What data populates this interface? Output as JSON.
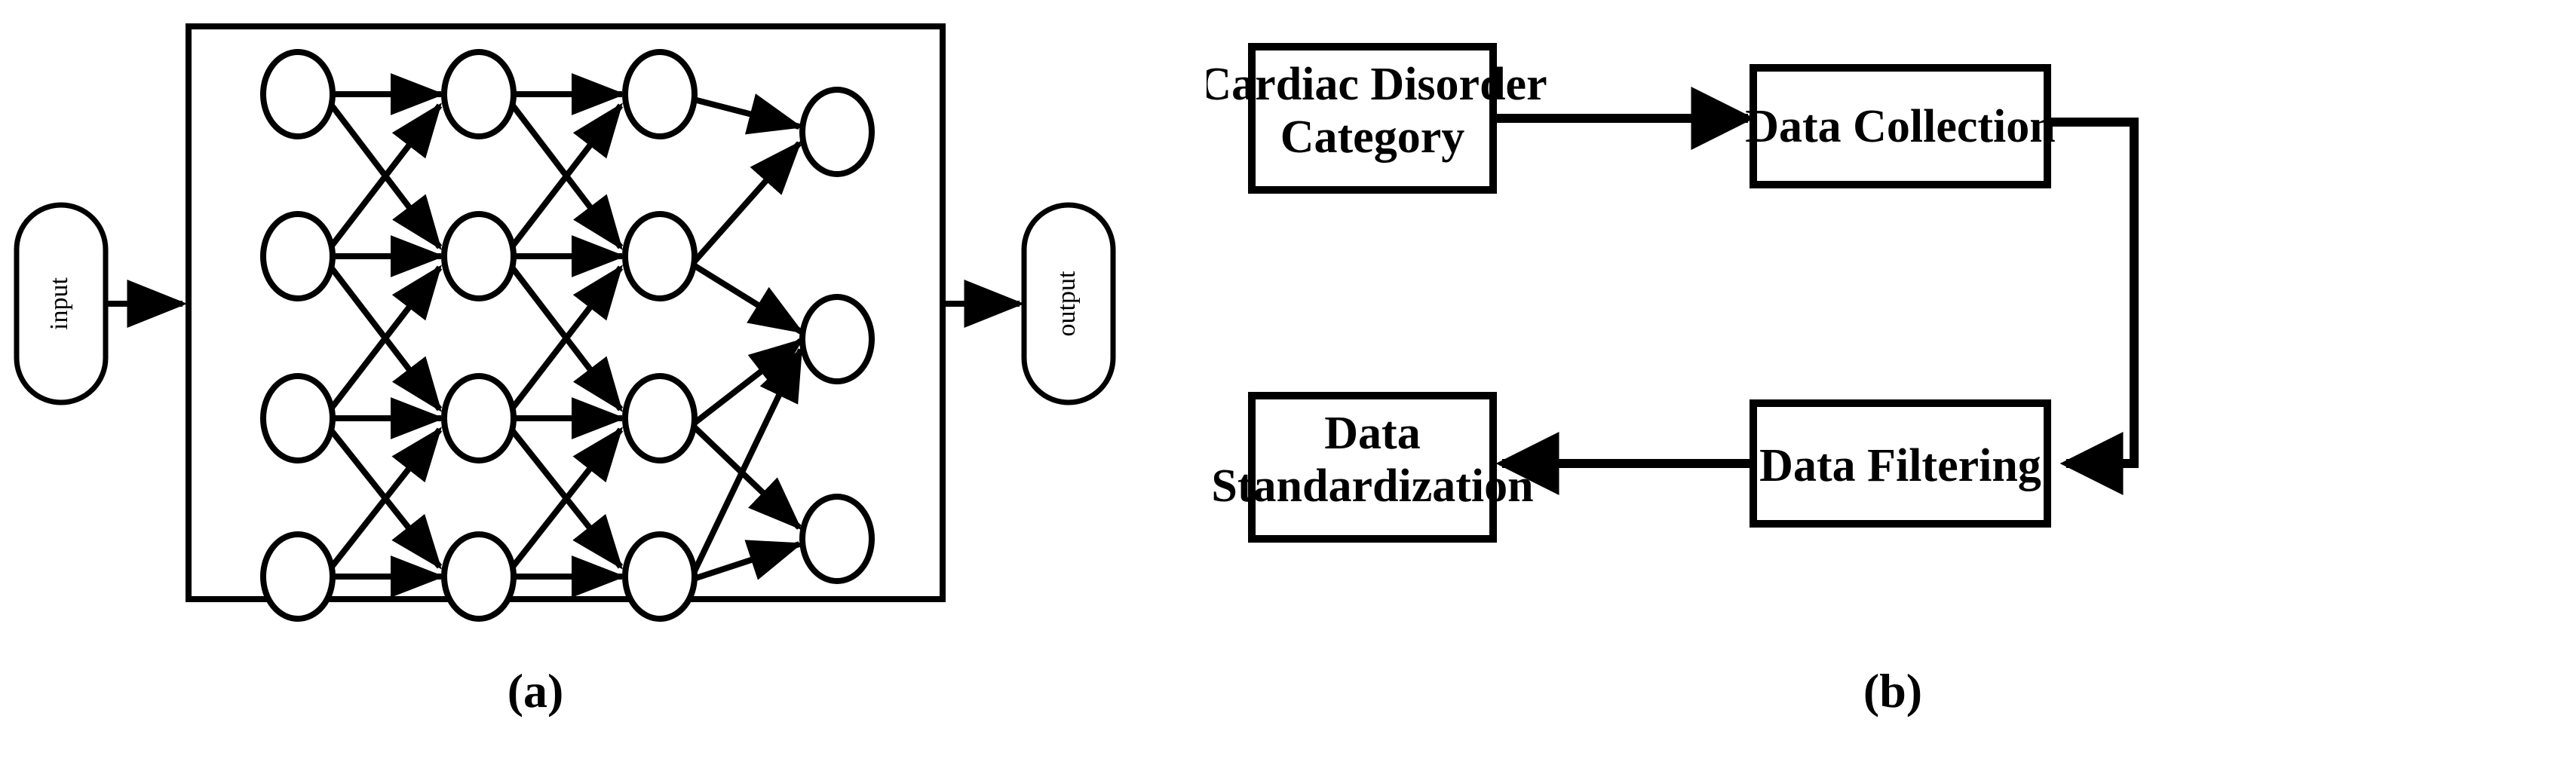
{
  "figure": {
    "background_color": "#ffffff",
    "stroke_color": "#000000",
    "panels": [
      {
        "id": "a",
        "caption": "(a)",
        "type": "neural-network-diagram",
        "input_label": "input",
        "output_label": "output",
        "layers": [
          {
            "name": "input-layer",
            "node_count": 4
          },
          {
            "name": "hidden-layer-1",
            "node_count": 4
          },
          {
            "name": "hidden-layer-2",
            "node_count": 4
          },
          {
            "name": "output-layer",
            "node_count": 3
          }
        ]
      },
      {
        "id": "b",
        "caption": "(b)",
        "type": "flowchart",
        "boxes": [
          {
            "id": "cardiac-disorder-category",
            "label": "Cardiac Disorder Category"
          },
          {
            "id": "data-collection",
            "label": "Data Collection"
          },
          {
            "id": "data-filtering",
            "label": "Data Filtering"
          },
          {
            "id": "data-standardization",
            "label": "Data Standardization"
          }
        ],
        "flow_order": [
          "Cardiac Disorder Category",
          "Data Collection",
          "Data Filtering",
          "Data Standardization"
        ]
      }
    ]
  }
}
